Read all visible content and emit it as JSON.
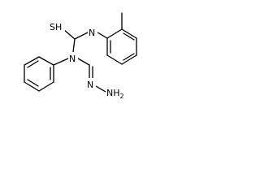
{
  "molecule": {
    "atoms": {
      "sulfur": "SH",
      "nitrogen_amide": "N",
      "nitrogen_thioamide": "N",
      "nitrogen_imine": "N",
      "hydrazine_terminus": "NH",
      "hydrazine_subscript": "2"
    },
    "colors": {
      "bond": "#000000",
      "label": "#000000",
      "background": "#ffffff"
    }
  }
}
